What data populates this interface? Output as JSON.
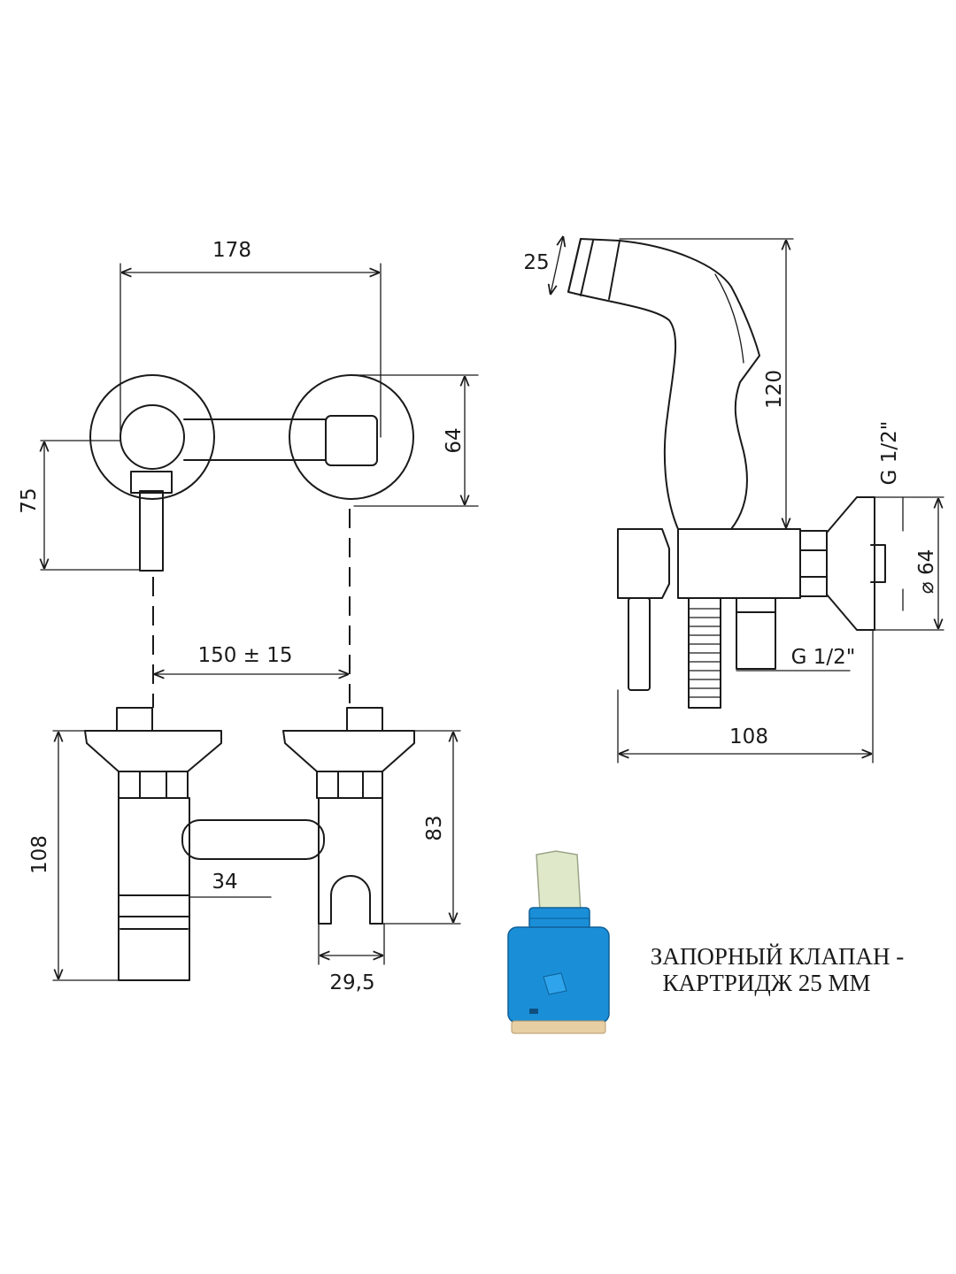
{
  "dimensions": {
    "front_width": "178",
    "front_height": "75",
    "flange_diameter": "64",
    "center_distance": "150 ± 15",
    "bottom_height": "108",
    "body_height": "83",
    "inlet_diameter": "34",
    "holder_width": "29,5",
    "spray_head": "25",
    "spray_height": "120",
    "side_thread": "G 1/2\"",
    "side_flange": "⌀ 64",
    "bottom_thread": "G 1/2\"",
    "side_depth": "108"
  },
  "caption": {
    "line1": "ЗАПОРНЫЙ КЛАПАН -",
    "line2": "КАРТРИДЖ 25 ММ"
  },
  "colors": {
    "line": "#1a1a1a",
    "cartridge_blue": "#1a8fd8",
    "cartridge_stem": "#dfe8c8",
    "cartridge_base": "#e7cfa3"
  }
}
